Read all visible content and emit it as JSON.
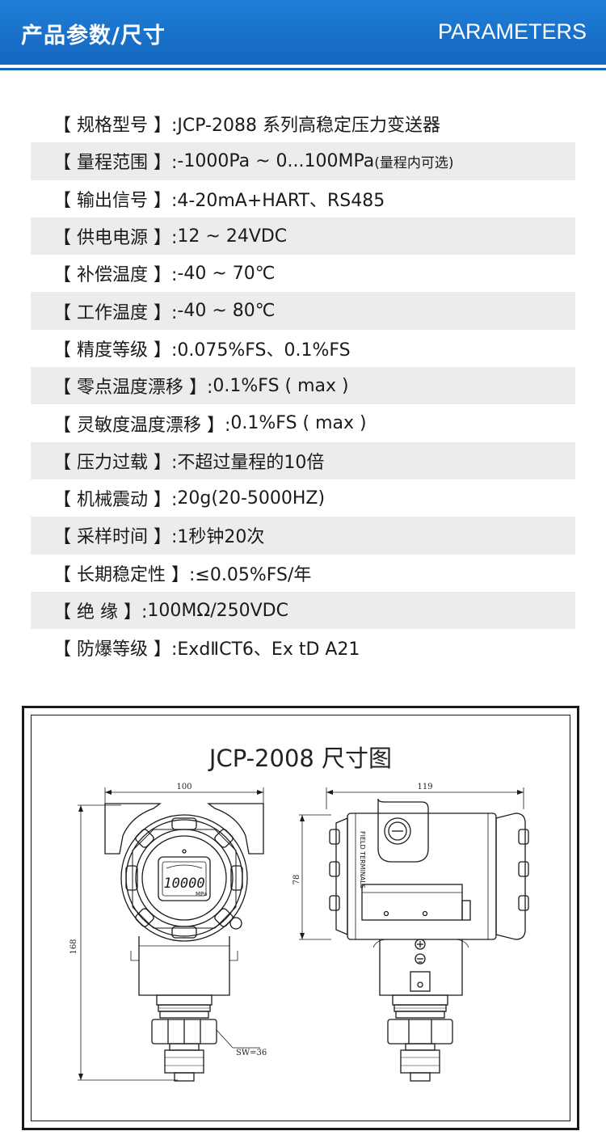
{
  "header": {
    "title_cn": "产品参数/尺寸",
    "title_en": "PARAMETERS"
  },
  "params": [
    {
      "label": "【 规格型号 】: ",
      "value": "JCP-2088 系列高稳定压力变送器",
      "note": ""
    },
    {
      "label": "【 量程范围 】:  ",
      "value": "-1000Pa ~ 0...100MPa ",
      "note": "(量程内可选)"
    },
    {
      "label": "【 输出信号 】:  ",
      "value": "4-20mA+HART、RS485",
      "note": ""
    },
    {
      "label": "【 供电电源 】:  ",
      "value": "12 ~ 24VDC",
      "note": ""
    },
    {
      "label": "【 补偿温度 】:  ",
      "value": "-40 ~ 70℃",
      "note": ""
    },
    {
      "label": "【 工作温度 】:  ",
      "value": "-40 ~ 80℃",
      "note": ""
    },
    {
      "label": "【 精度等级 】:  ",
      "value": "0.075%FS、0.1%FS",
      "note": ""
    },
    {
      "label": "【 零点温度漂移 】:  ",
      "value": "0.1%FS ( max )",
      "note": ""
    },
    {
      "label": "【 灵敏度温度漂移 】:  ",
      "value": "0.1%FS ( max )",
      "note": ""
    },
    {
      "label": "【 压力过载 】:  ",
      "value": "不超过量程的10倍",
      "note": ""
    },
    {
      "label": "【 机械震动 】:  ",
      "value": "20g(20-5000HZ)",
      "note": ""
    },
    {
      "label": "【 采样时间 】:  ",
      "value": "1秒钟20次",
      "note": ""
    },
    {
      "label": "【 长期稳定性 】:  ",
      "value": "≤0.05%FS/年",
      "note": ""
    },
    {
      "label": "【 绝     缘 】:  ",
      "value": "100MΩ/250VDC",
      "note": ""
    },
    {
      "label": "【 防爆等级 】:  ",
      "value": "ExdⅡCT6、Ex tD A21",
      "note": ""
    }
  ],
  "drawing": {
    "title": "JCP-2008 尺寸图",
    "dim_width_front": "100",
    "dim_width_side": "119",
    "dim_height_total": "168",
    "dim_height_head": "78",
    "dim_wrench": "SW=36",
    "display_value": "10000",
    "display_unit": "MPa",
    "terminal_label": "FIELD TERMINALS"
  },
  "colors": {
    "header_blue": "#1a70cc",
    "row_stripe": "#ececec",
    "line": "#1a1a1a"
  }
}
